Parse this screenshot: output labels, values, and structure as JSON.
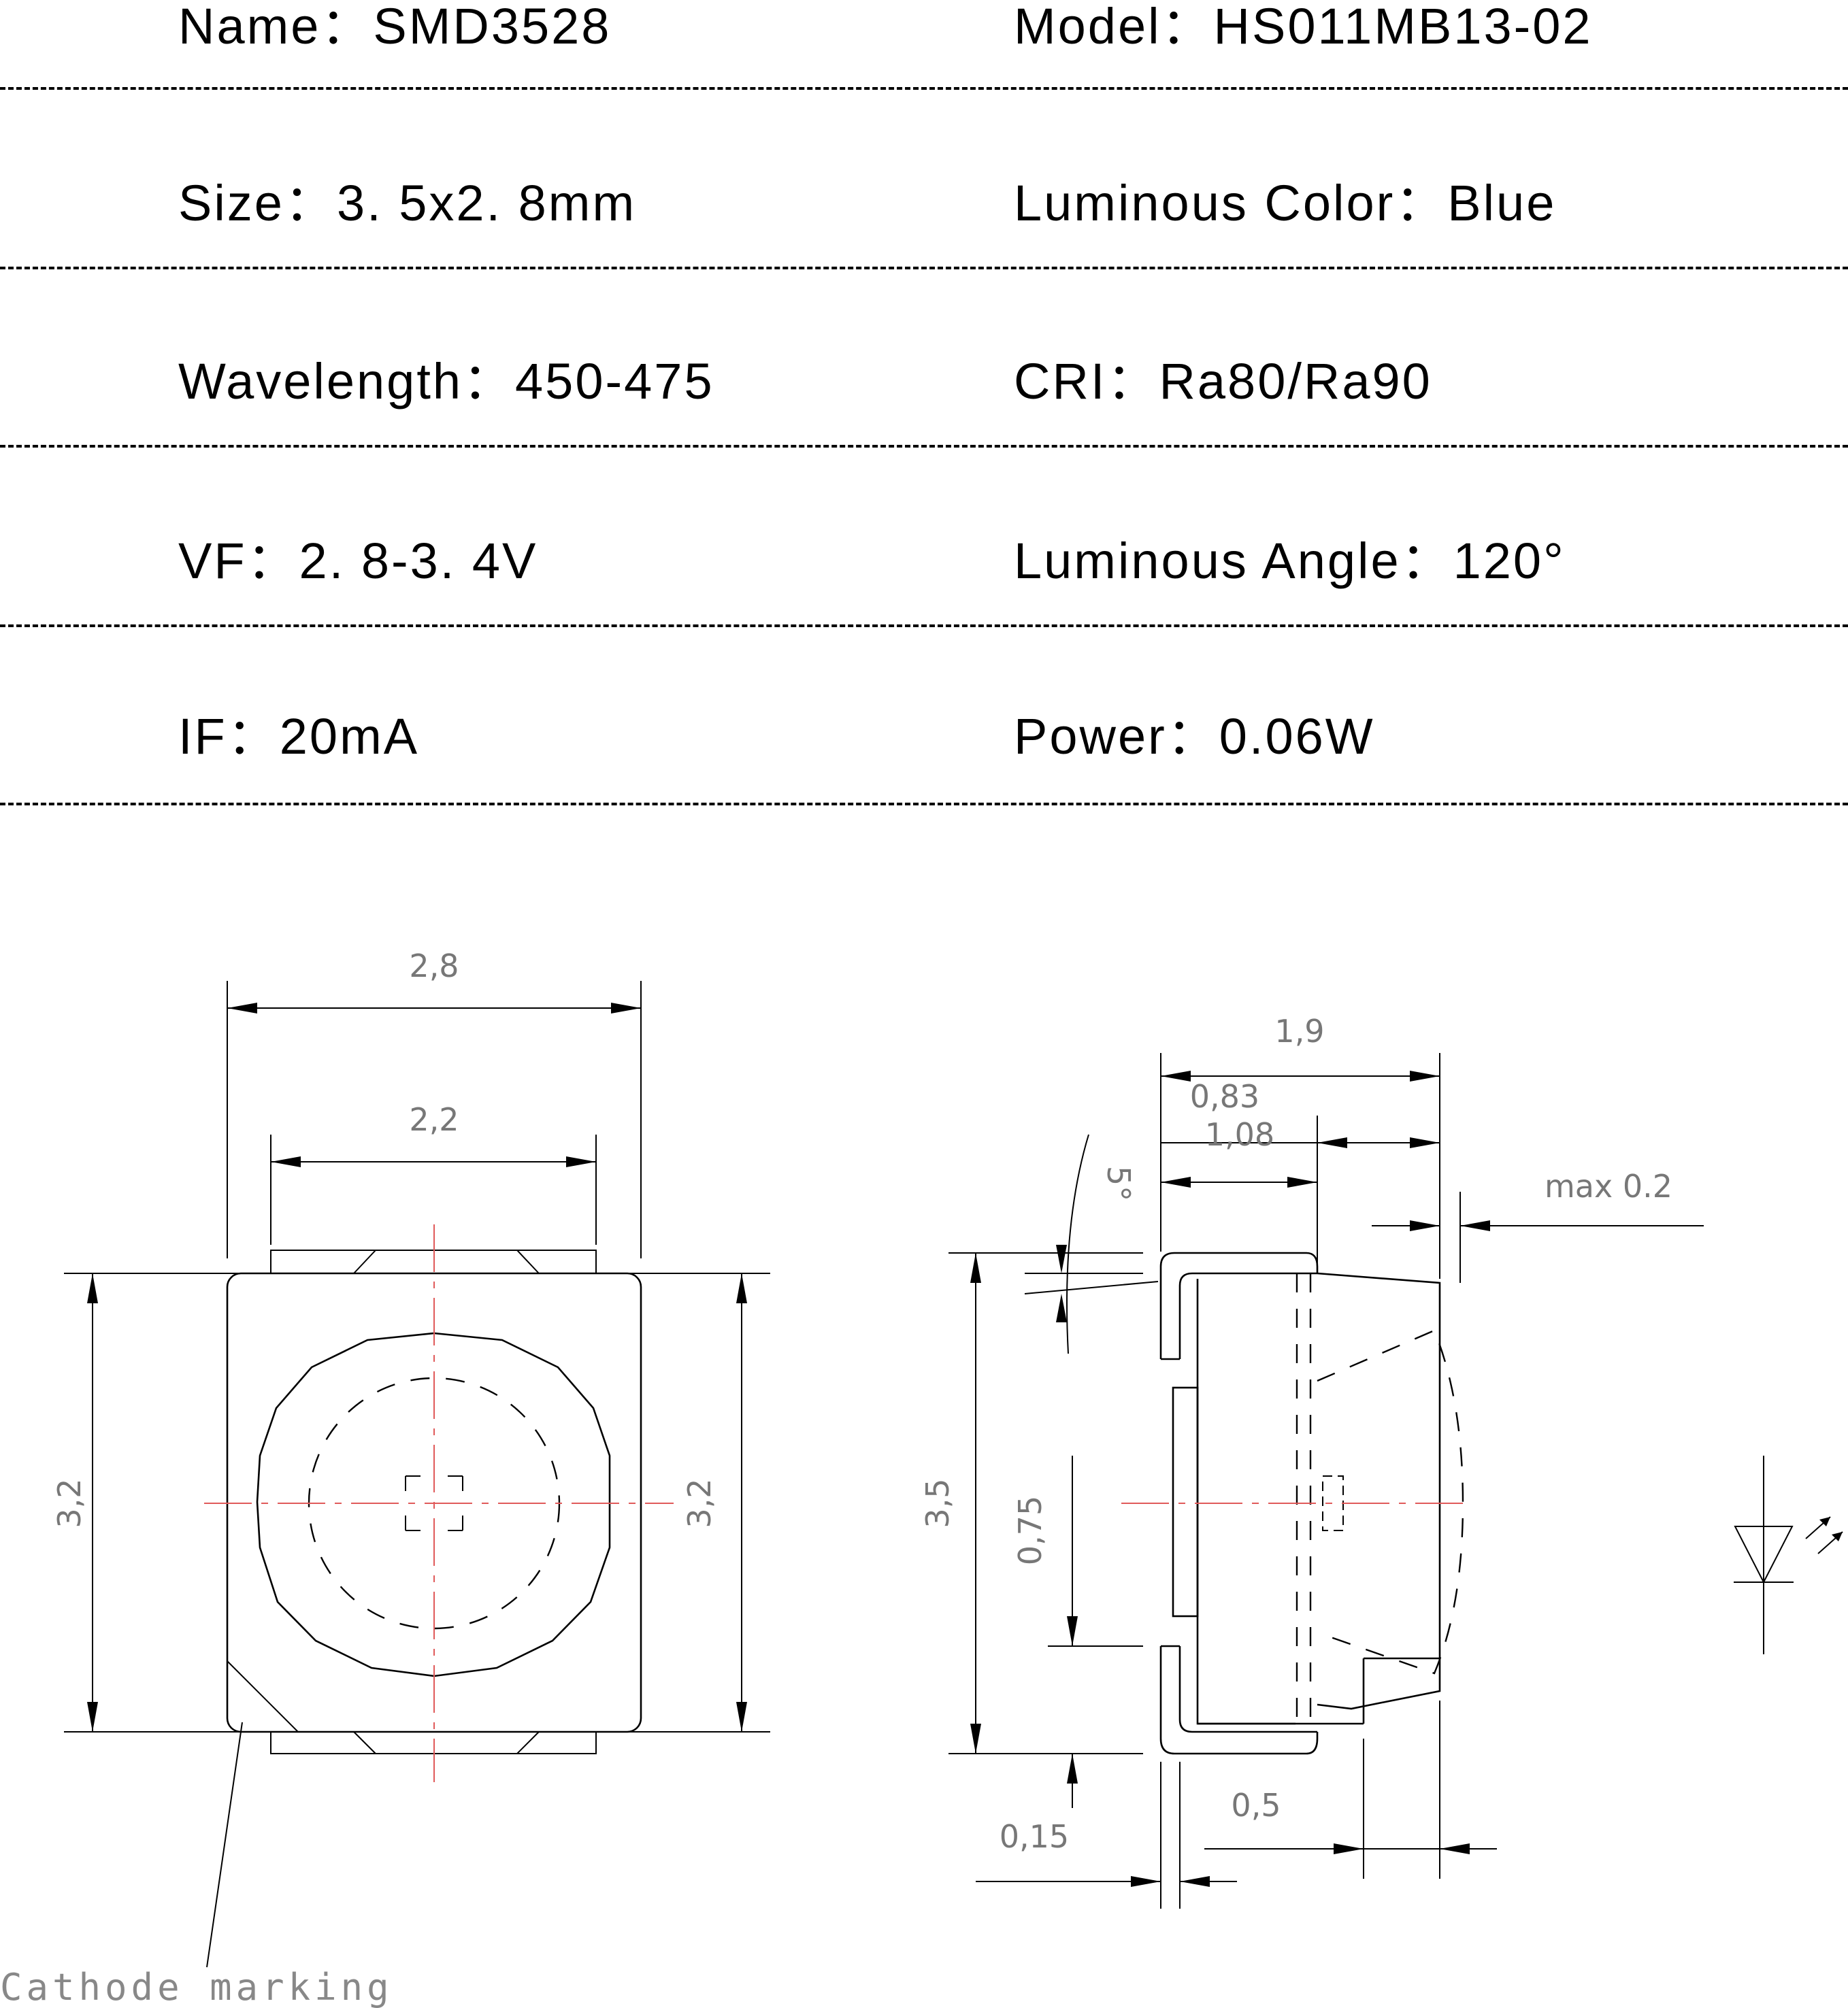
{
  "specs": [
    {
      "left": "Name：SMD3528",
      "right": "Model：HS011MB13-02"
    },
    {
      "left": "Size：3. 5x2. 8mm",
      "right": "Luminous Color：Blue"
    },
    {
      "left": "Wavelength：450-475",
      "right": "CRI：Ra80/Ra90"
    },
    {
      "left": "VF：2. 8-3. 4V",
      "right": "Luminous Angle：120°"
    },
    {
      "left": "IF：20mA",
      "right": "Power：0.06W"
    }
  ],
  "top_view": {
    "width_outer": "2,8",
    "width_inner": "2,2",
    "height_left": "3,2",
    "height_right": "3,2",
    "cathode_note": "Cathode marking"
  },
  "side_view": {
    "width_total": "1,9",
    "width_a": "0,83",
    "width_b": "1,08",
    "angle": "5°",
    "max_note": "max 0.2",
    "height_total": "3,5",
    "pad_height": "0,75",
    "thickness": "0,15",
    "lens_offset": "0,5"
  },
  "symbol": {
    "type": "led-diode-icon"
  }
}
